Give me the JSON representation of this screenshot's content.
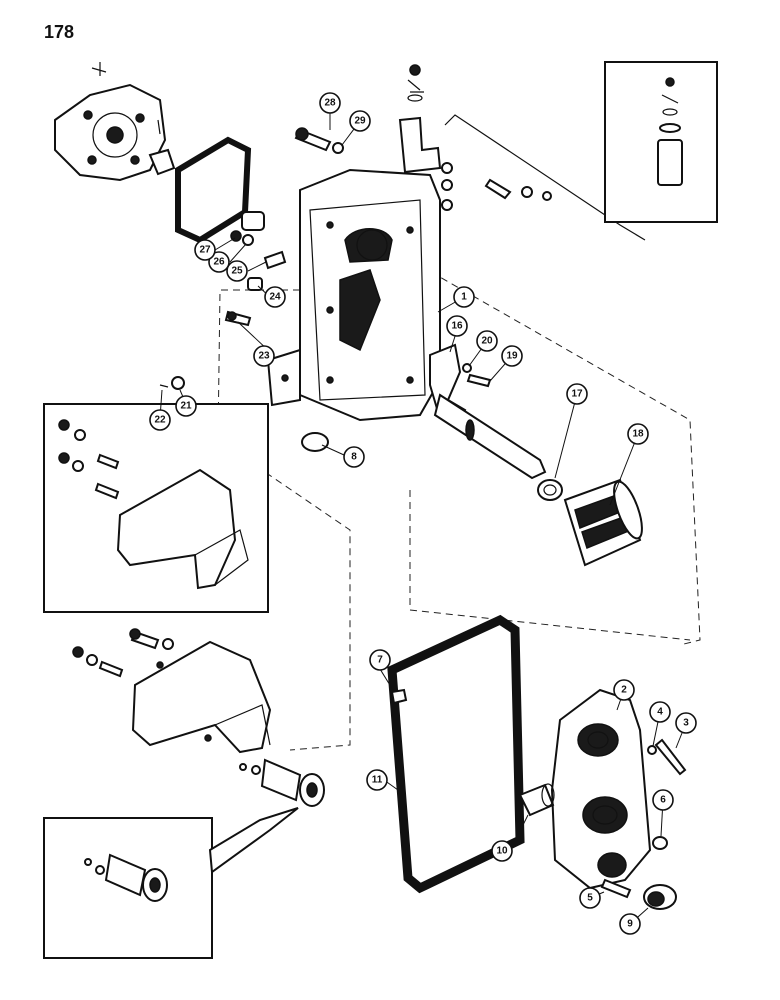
{
  "page_number": "178",
  "callouts": [
    "1",
    "2",
    "3",
    "4",
    "5",
    "6",
    "7",
    "8",
    "9",
    "10",
    "11",
    "16",
    "17",
    "18",
    "19",
    "20",
    "21",
    "22",
    "23",
    "24",
    "25",
    "26",
    "27",
    "28",
    "29"
  ]
}
